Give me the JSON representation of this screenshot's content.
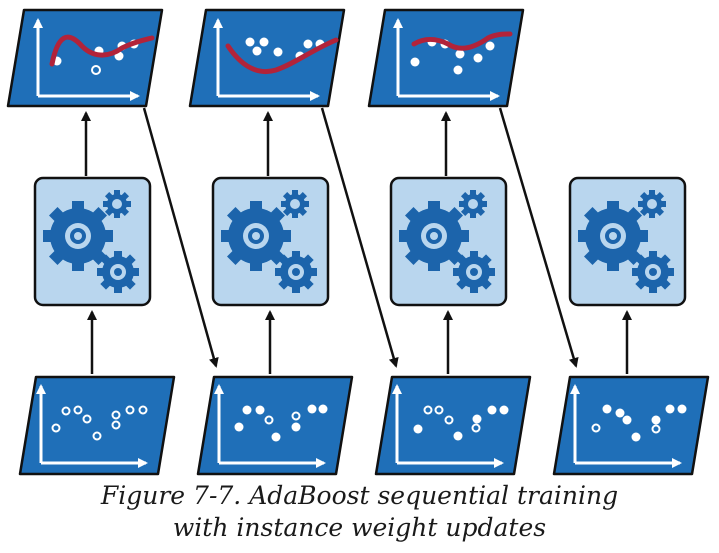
{
  "caption": {
    "line1": "Figure 7-7. AdaBoost sequential training",
    "line2": "with instance weight updates"
  },
  "colors": {
    "panel_fill": "#1f6fb8",
    "panel_stroke": "#111111",
    "box_fill": "#b9d6ee",
    "gear_fill": "#1c64ab",
    "curve": "#b2233a",
    "arrow": "#111111",
    "axes": "#ffffff"
  },
  "icons": {
    "prediction_panel": "scatter-plot-with-curve-icon",
    "dataset_panel": "scatter-plot-icon",
    "predictor": "gears-icon"
  },
  "columns": [
    {
      "name": "predictor-1",
      "has_prediction": true
    },
    {
      "name": "predictor-2",
      "has_prediction": true
    },
    {
      "name": "predictor-3",
      "has_prediction": true
    },
    {
      "name": "predictor-4",
      "has_prediction": false
    }
  ]
}
